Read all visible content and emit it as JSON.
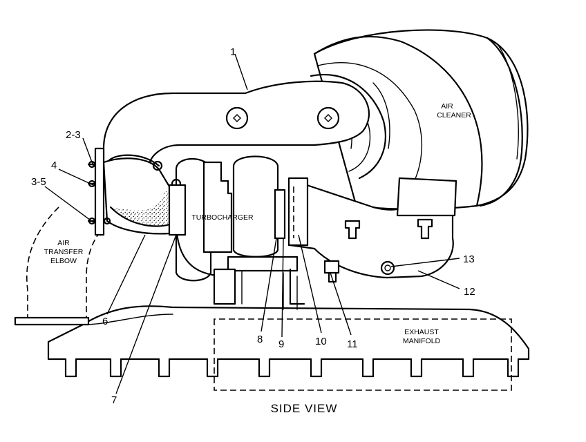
{
  "callouts": [
    "1",
    "2-3",
    "4",
    "3-5",
    "6",
    "7",
    "8",
    "9",
    "10",
    "11",
    "12",
    "13"
  ],
  "labels": {
    "air_cleaner": [
      "AIR",
      "CLEANER"
    ],
    "turbocharger": "TURBOCHARGER",
    "air_transfer_elbow": [
      "AIR",
      "TRANSFER",
      "ELBOW"
    ],
    "exhaust_manifold": [
      "EXHAUST",
      "MANIFOLD"
    ]
  },
  "caption": "SIDE VIEW"
}
